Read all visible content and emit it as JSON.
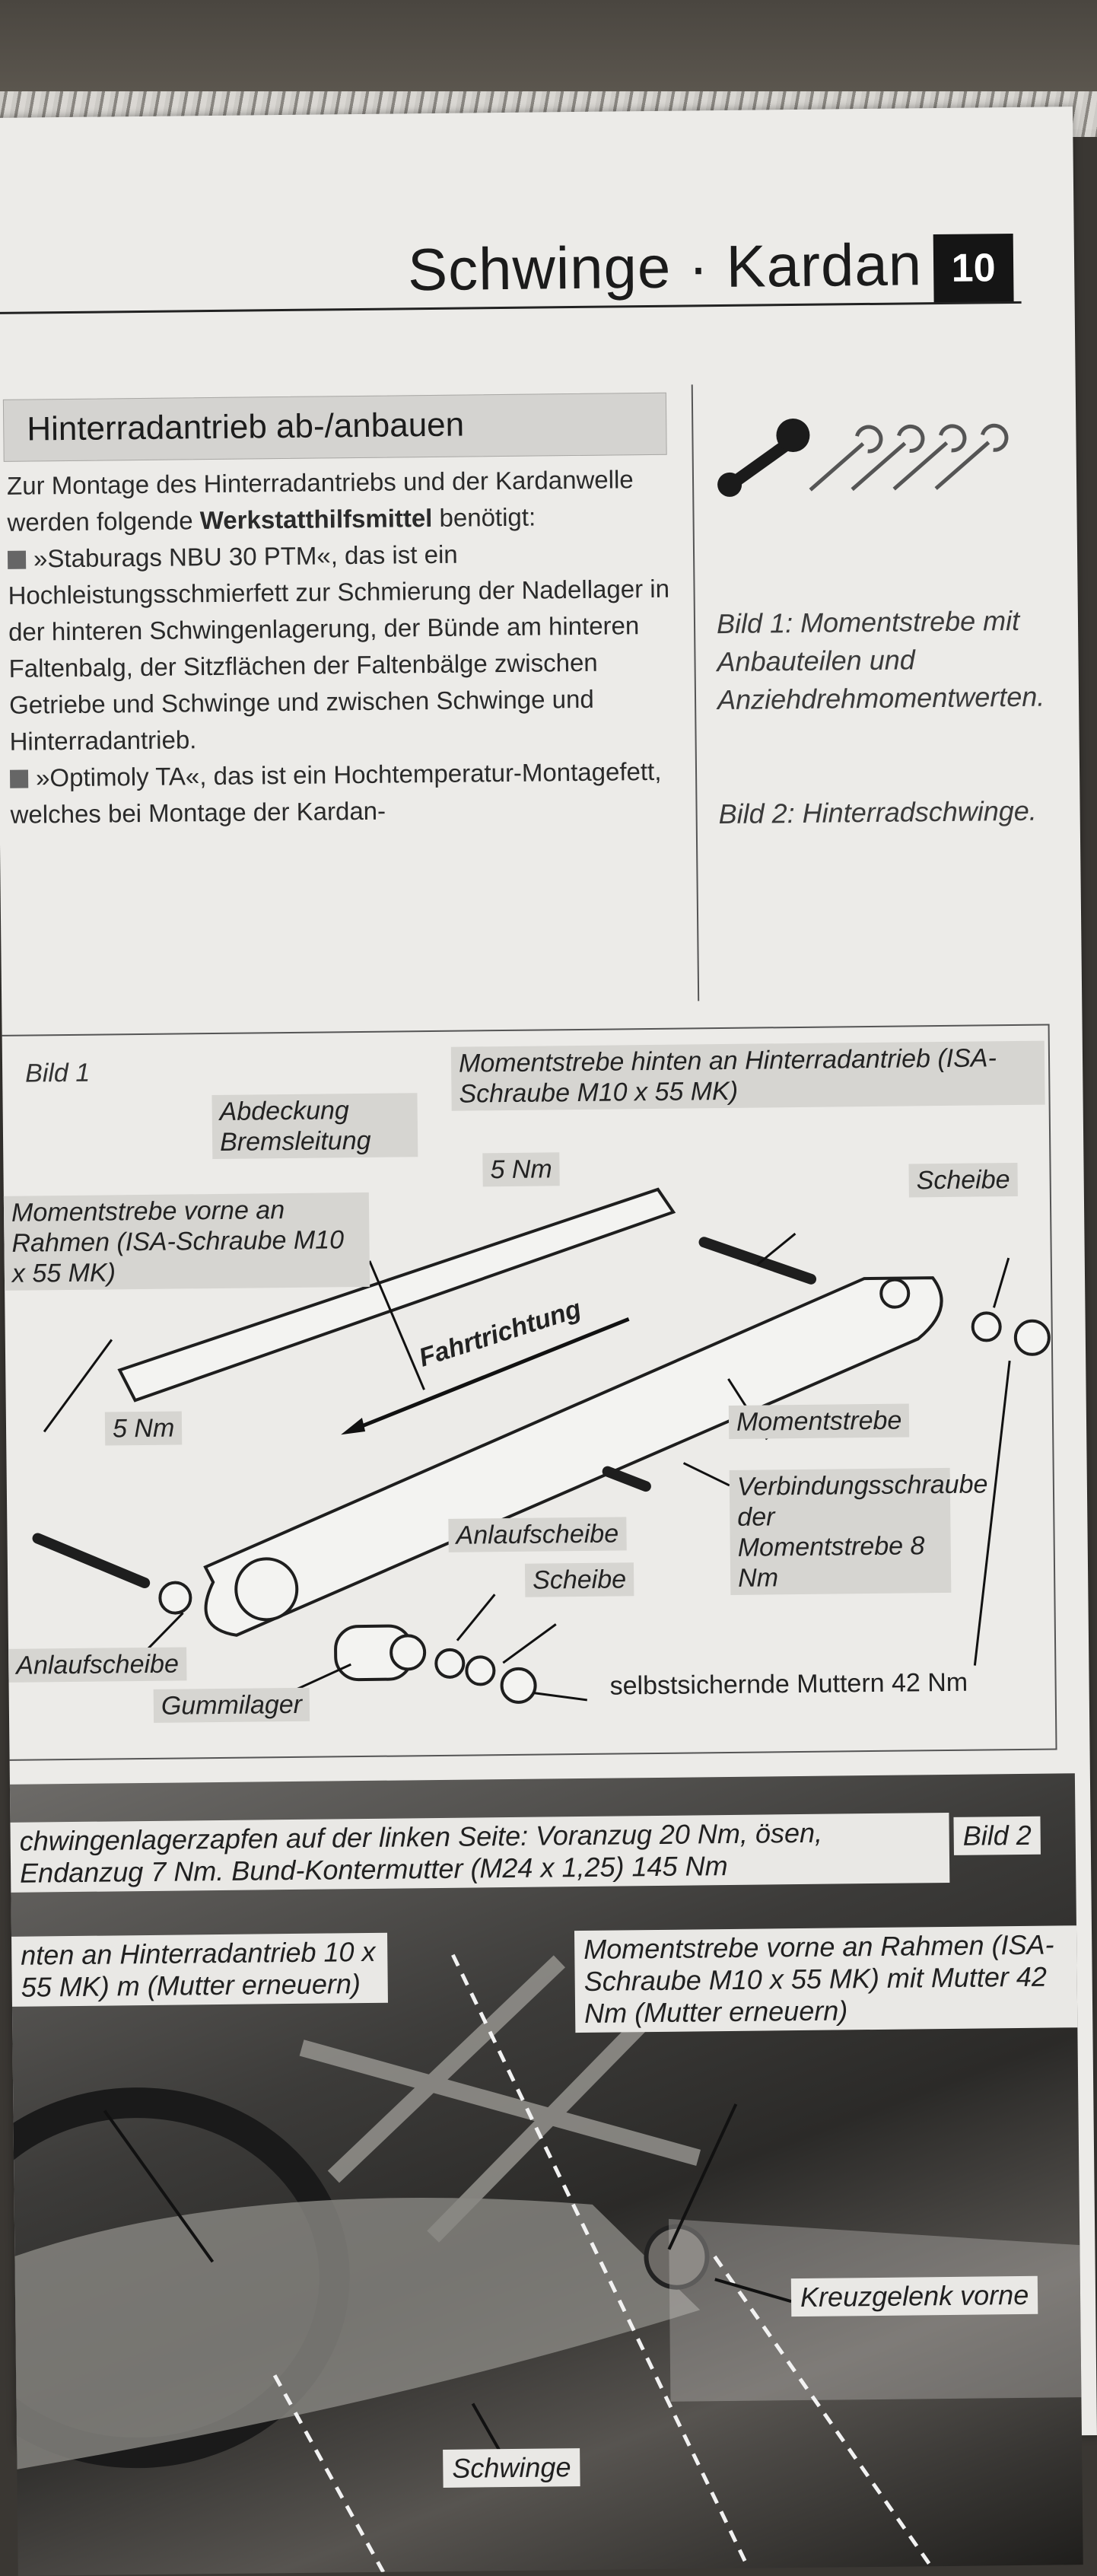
{
  "header": {
    "title": "Schwinge · Kardan",
    "chapter": "10"
  },
  "section": {
    "title": "Hinterradantrieb ab-/anbauen"
  },
  "body": {
    "intro_pre": "Zur Montage des Hinterradantriebs und der Kardanwelle werden folgende ",
    "intro_bold": "Werkstatthilfsmittel",
    "intro_post": " benötigt:",
    "bullet1": "»Staburags NBU 30 PTM«, das ist ein Hochleistungsschmierfett zur Schmierung der Nadellager in der hinteren Schwingenlagerung, der Bünde am hinteren Faltenbalg, der Sitzflächen der Faltenbälge zwischen Getriebe und Schwinge und zwischen Schwinge und Hinterradantrieb.",
    "bullet2": "»Optimoly TA«, das ist ein Hochtemperatur-Montagefett, welches bei Montage der Kardan-"
  },
  "captions": {
    "bild1": "Bild 1: Momentstrebe mit Anbauteilen und Anziehdrehmomentwerten.",
    "bild2": "Bild 2: Hinterradschwinge."
  },
  "figure1": {
    "label": "Bild 1",
    "labels": {
      "hinten": "Momentstrebe hinten an Hinterradantrieb (ISA-Schraube M10 x 55 MK)",
      "abdeckung": "Abdeckung Bremsleitung",
      "nm5_top": "5 Nm",
      "scheibe_top": "Scheibe",
      "vorne": "Momentstrebe vorne an Rahmen (ISA-Schraube M10 x 55 MK)",
      "fahrtrichtung": "Fahrtrichtung",
      "nm5_left": "5 Nm",
      "momentstrebe": "Momentstrebe",
      "verbindung": "Verbindungsschraube der Momentstrebe 8 Nm",
      "anlaufscheibe_mid": "Anlaufscheibe",
      "scheibe_mid": "Scheibe",
      "anlaufscheibe_left": "Anlaufscheibe",
      "gummilager": "Gummilager",
      "muttern": "selbstsichernde Muttern 42 Nm"
    }
  },
  "figure2": {
    "label": "Bild 2",
    "labels": {
      "zapfen": "chwingenlagerzapfen auf der linken Seite: Voranzug 20 Nm, ösen, Endanzug 7 Nm. Bund-Kontermutter (M24 x 1,25) 145 Nm",
      "hinten": "nten an Hinterradantrieb 10 x 55 MK) m (Mutter erneuern)",
      "vorne": "Momentstrebe vorne an Rahmen (ISA-Schraube M10 x 55 MK) mit Mutter 42 Nm (Mutter erneuern)",
      "kreuzgelenk": "Kreuzgelenk vorne",
      "schwinge": "Schwinge"
    }
  }
}
